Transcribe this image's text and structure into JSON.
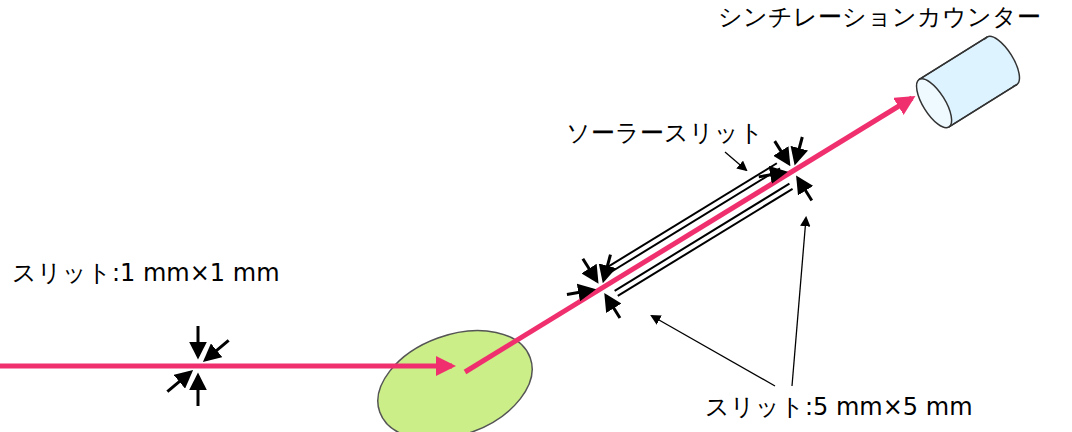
{
  "diagram": {
    "labels": [
      "シンチレーションカウンター",
      "ソーラースリット",
      "スリット:1 mm×1 mm",
      "スリット:5 mm×5 mm"
    ]
  }
}
